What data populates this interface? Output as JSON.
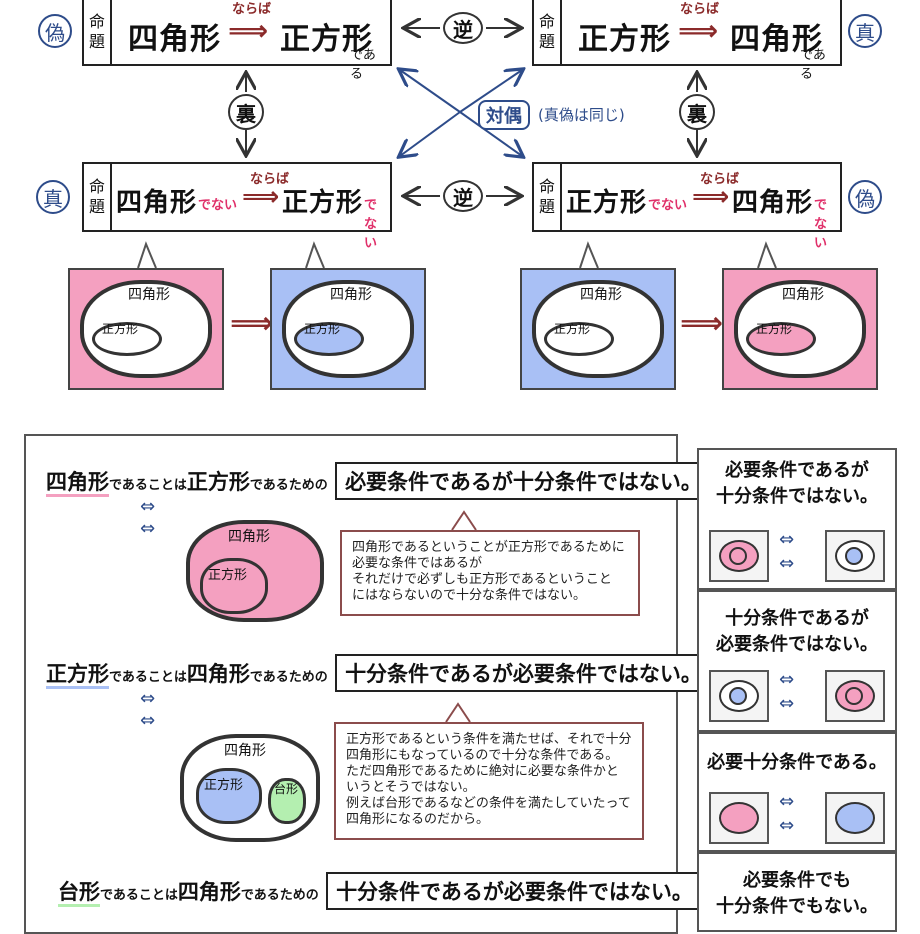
{
  "label_mei": "命",
  "label_dai": "題",
  "props": {
    "tl": {
      "a": "四角形",
      "nara": "ならば",
      "b": "正方形",
      "end": "である",
      "seal": "偽"
    },
    "tr": {
      "a": "正方形",
      "nara": "ならば",
      "b": "四角形",
      "end": "である",
      "seal": "真"
    },
    "bl": {
      "a": "四角形",
      "neg": "でない",
      "nara": "ならば",
      "b": "正方形",
      "neg2": "でない",
      "seal": "真"
    },
    "br": {
      "a": "正方形",
      "neg": "でない",
      "nara": "ならば",
      "b": "四角形",
      "neg2": "でない",
      "seal": "偽"
    }
  },
  "relations": {
    "gyaku": "逆",
    "ura": "裏",
    "taigu": "対偶",
    "taigu_note": "(真偽は同じ)"
  },
  "venn": {
    "outer": "四角形",
    "inner": "正方形",
    "daikei": "台形"
  },
  "colors": {
    "pink": "#f4a0c0",
    "blue": "#a9c0f5",
    "green": "#b4efb0",
    "arrow": "#8b2a2a",
    "navy": "#2e4c8a"
  },
  "statements": [
    {
      "lead": "四角形",
      "mid": "であることは",
      "target": "正方形",
      "tail": "であるための",
      "boxed": "必要条件であるが十分条件ではない。"
    },
    {
      "lead": "正方形",
      "mid": "であることは",
      "target": "四角形",
      "tail": "であるための",
      "boxed": "十分条件であるが必要条件ではない。"
    },
    {
      "lead": "台形",
      "mid": "であることは",
      "target": "四角形",
      "tail": "であるための",
      "boxed": "十分条件であるが必要条件ではない。"
    }
  ],
  "explanations": [
    [
      "四角形であるということが正方形であるために",
      "必要な条件ではあるが",
      "それだけで必ずしも正方形であるということ",
      "にはならないので十分な条件ではない。"
    ],
    [
      "正方形であるという条件を満たせば、それで十分",
      "四角形にもなっているので十分な条件である。",
      "ただ四角形であるために絶対に必要な条件かと",
      "いうとそうではない。",
      "例えば台形であるなどの条件を満たしていたって",
      "四角形になるのだから。"
    ]
  ],
  "side": [
    {
      "l1": "必要条件であるが",
      "l2": "十分条件ではない。"
    },
    {
      "l1": "十分条件であるが",
      "l2": "必要条件ではない。"
    },
    {
      "l1": "必要十分条件である。",
      "l2": ""
    },
    {
      "l1": "必要条件でも",
      "l2": "十分条件でもない。"
    }
  ]
}
